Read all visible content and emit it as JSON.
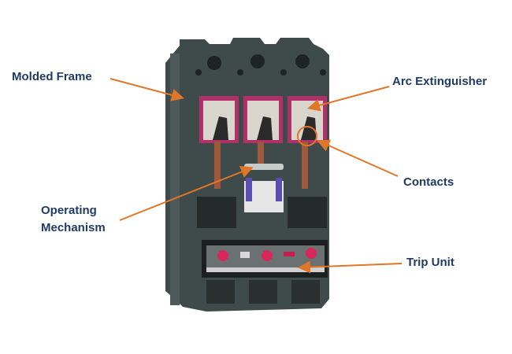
{
  "labels": {
    "molded_frame": "Molded Frame",
    "arc_extinguisher": "Arc Extinguisher",
    "contacts": "Contacts",
    "operating_mechanism_line1": "Operating",
    "operating_mechanism_line2": "Mechanism",
    "trip_unit": "Trip Unit"
  },
  "colors": {
    "label_text": "#1f3b63",
    "arrow": "#e07628",
    "frame": "#3f4a4a",
    "arc_chute_trim": "#b0306a",
    "trip_dial": "#d8285a"
  }
}
